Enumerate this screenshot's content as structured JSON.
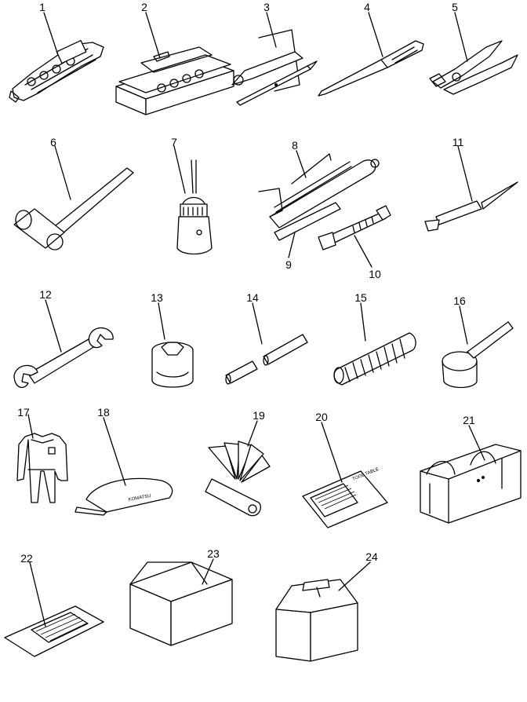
{
  "items": [
    {
      "number": "1"
    },
    {
      "number": "2"
    },
    {
      "number": "3"
    },
    {
      "number": "4"
    },
    {
      "number": "5"
    },
    {
      "number": "6"
    },
    {
      "number": "7"
    },
    {
      "number": "8"
    },
    {
      "number": "9"
    },
    {
      "number": "10"
    },
    {
      "number": "11"
    },
    {
      "number": "12"
    },
    {
      "number": "13"
    },
    {
      "number": "14"
    },
    {
      "number": "15"
    },
    {
      "number": "16"
    },
    {
      "number": "17"
    },
    {
      "number": "18"
    },
    {
      "number": "19"
    },
    {
      "number": "20"
    },
    {
      "number": "21"
    },
    {
      "number": "22"
    },
    {
      "number": "23"
    },
    {
      "number": "24"
    }
  ],
  "cap_text": "KOMATSU",
  "manual_text": "TOOL TABLE"
}
